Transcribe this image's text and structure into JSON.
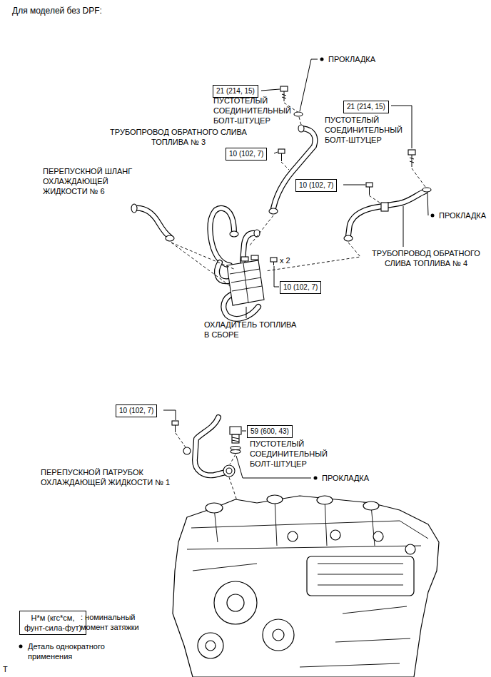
{
  "diagram": {
    "title": "Для моделей без DPF:",
    "nodes": [
      {
        "text": [
          "21 (214, 15)"
        ]
      },
      {
        "text": [
          "21 (214, 15)"
        ]
      },
      {
        "text": [
          "10 (102, 7)"
        ]
      },
      {
        "text": [
          "10 (102, 7)"
        ]
      },
      {
        "text": [
          "10 (102, 7)"
        ]
      },
      {
        "text": [
          "10 (102, 7)"
        ]
      },
      {
        "text": [
          "59 (600, 43)"
        ]
      },
      {
        "text": [
          "Н*м (кгс*см, фунт-сила-фут)"
        ]
      }
    ],
    "labels": [
      "ПРОКЛАДКА",
      "ПУСТОТЕЛЫЙ СОЕДИНИТЕЛЬНЫЙ БОЛТ-ШТУЦЕР",
      "ПУСТОТЕЛЫЙ СОЕДИНИТЕЛЬНЫЙ БОЛТ-ШТУЦЕР",
      "ТРУБОПРОВОД ОБРАТНОГО СЛИВА ТОПЛИВА № 3",
      "ПЕРЕПУСКНОЙ ШЛАНГ ОХЛАЖДАЮЩЕЙ ЖИДКОСТИ № 6",
      "ПРОКЛАДКА",
      "ТРУБОПРОВОД ОБРАТНОГО СЛИВА ТОПЛИВА № 4",
      "x 2",
      "ОХЛАДИТЕЛЬ ТОПЛИВА В СБОРЕ",
      "ПУСТОТЕЛЫЙ СОЕДИНИТЕЛЬНЫЙ БОЛТ-ШТУЦЕР",
      "ПЕРЕПУСКНОЙ ПАТРУБОК ОХЛАЖДАЮЩЕЙ ЖИДКОСТИ № 1",
      "ПРОКЛАДКА",
      "T"
    ],
    "legend": [
      {
        "text": ": номинальный момент затяжки"
      },
      {
        "text": "Деталь однократного применения"
      }
    ]
  }
}
